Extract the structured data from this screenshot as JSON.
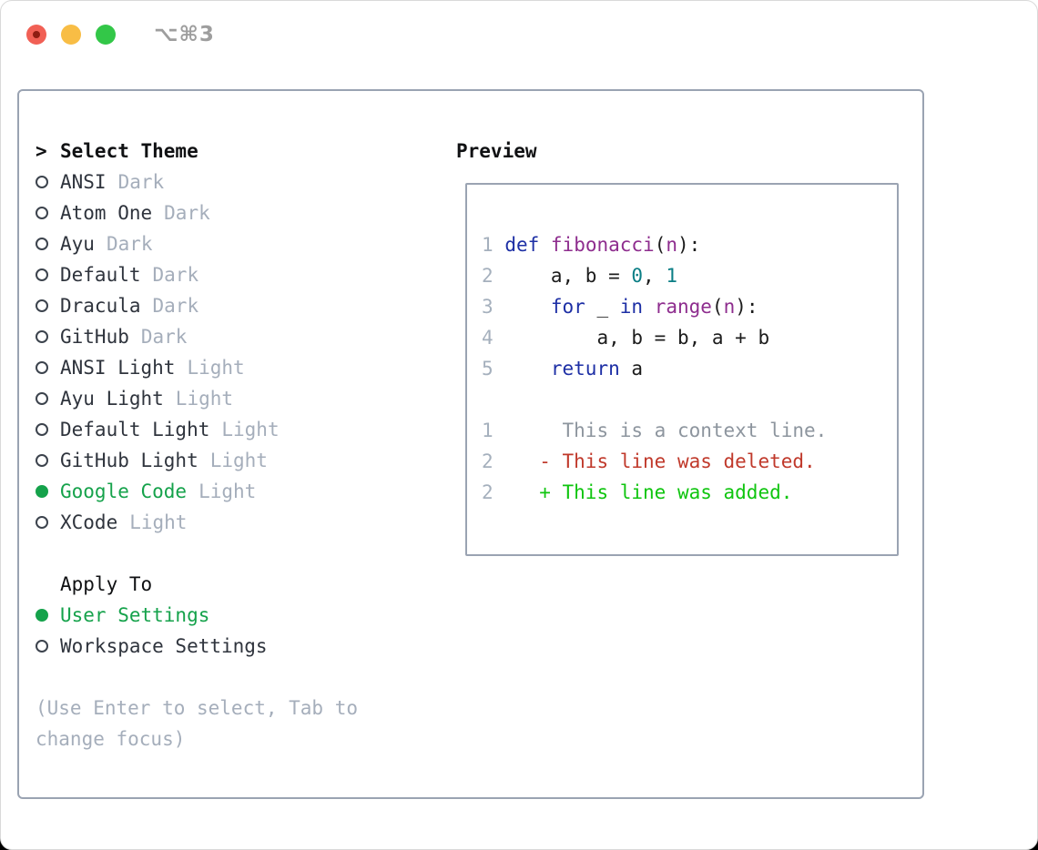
{
  "window": {
    "title_shortcut": "⌥⌘3"
  },
  "selector": {
    "cursor": ">",
    "title": "Select Theme",
    "items": [
      {
        "label": "ANSI",
        "variant": "Dark",
        "selected": false
      },
      {
        "label": "Atom One",
        "variant": "Dark",
        "selected": false
      },
      {
        "label": "Ayu",
        "variant": "Dark",
        "selected": false
      },
      {
        "label": "Default",
        "variant": "Dark",
        "selected": false
      },
      {
        "label": "Dracula",
        "variant": "Dark",
        "selected": false
      },
      {
        "label": "GitHub",
        "variant": "Dark",
        "selected": false
      },
      {
        "label": "ANSI Light",
        "variant": "Light",
        "selected": false
      },
      {
        "label": "Ayu Light",
        "variant": "Light",
        "selected": false
      },
      {
        "label": "Default Light",
        "variant": "Light",
        "selected": false
      },
      {
        "label": "GitHub Light",
        "variant": "Light",
        "selected": false
      },
      {
        "label": "Google Code",
        "variant": "Light",
        "selected": true
      },
      {
        "label": "XCode",
        "variant": "Light",
        "selected": false
      }
    ],
    "apply_to": {
      "title": "Apply To",
      "options": [
        {
          "label": "User Settings",
          "selected": true
        },
        {
          "label": "Workspace Settings",
          "selected": false
        }
      ]
    },
    "hint_lines": [
      "(Use Enter to select, Tab to",
      "change focus)"
    ]
  },
  "preview": {
    "header": "Preview",
    "lines": [
      [
        [
          "1",
          "lineno"
        ],
        [
          " ",
          "code"
        ],
        [
          "def",
          "keyword"
        ],
        [
          " ",
          "code"
        ],
        [
          "fibonacci",
          "function"
        ],
        [
          "(",
          "code"
        ],
        [
          "n",
          "function"
        ],
        [
          "):",
          "code"
        ]
      ],
      [
        [
          "2",
          "lineno"
        ],
        [
          "     ",
          "code"
        ],
        [
          "a, b = ",
          "code"
        ],
        [
          "0",
          "number"
        ],
        [
          ", ",
          "code"
        ],
        [
          "1",
          "number"
        ]
      ],
      [
        [
          "3",
          "lineno"
        ],
        [
          "     ",
          "code"
        ],
        [
          "for",
          "keyword"
        ],
        [
          " _ ",
          "code"
        ],
        [
          "in",
          "keyword"
        ],
        [
          " ",
          "code"
        ],
        [
          "range",
          "function"
        ],
        [
          "(",
          "code"
        ],
        [
          "n",
          "function"
        ],
        [
          "):",
          "code"
        ]
      ],
      [
        [
          "4",
          "lineno"
        ],
        [
          "         ",
          "code"
        ],
        [
          "a, b = b, a + b",
          "code"
        ]
      ],
      [
        [
          "5",
          "lineno"
        ],
        [
          "     ",
          "code"
        ],
        [
          "return",
          "keyword"
        ],
        [
          " a",
          "code"
        ]
      ],
      [],
      [
        [
          "1",
          "lineno"
        ],
        [
          "      ",
          "code"
        ],
        [
          "This is a context line.",
          "context"
        ]
      ],
      [
        [
          "2",
          "lineno"
        ],
        [
          "    ",
          "code"
        ],
        [
          "- This line was deleted.",
          "deleted"
        ]
      ],
      [
        [
          "2",
          "lineno"
        ],
        [
          "    ",
          "code"
        ],
        [
          "+ This line was added.",
          "added"
        ]
      ]
    ]
  },
  "colors": {
    "accent_green": "#15a24b",
    "keyword_blue": "#1d2fa5",
    "function_purple": "#8e2d8e",
    "number_teal": "#0b7e85",
    "code_text": "#1c1c1c",
    "line_number_gray": "#a5b0bd",
    "context_gray": "#8d959e",
    "deleted_red": "#c0392b",
    "added_green": "#0fc50f",
    "label_dark": "#2f343d",
    "tag_gray": "#a5aebb",
    "hint_gray": "#a5aebb",
    "header_black": "#101113",
    "panel_border": "#9aa3b2",
    "title_gray": "#9e9e9e",
    "traffic_red": "#f16055",
    "traffic_red_dot": "#8e1d12",
    "traffic_yellow": "#f8bd45",
    "traffic_green": "#33c748"
  }
}
